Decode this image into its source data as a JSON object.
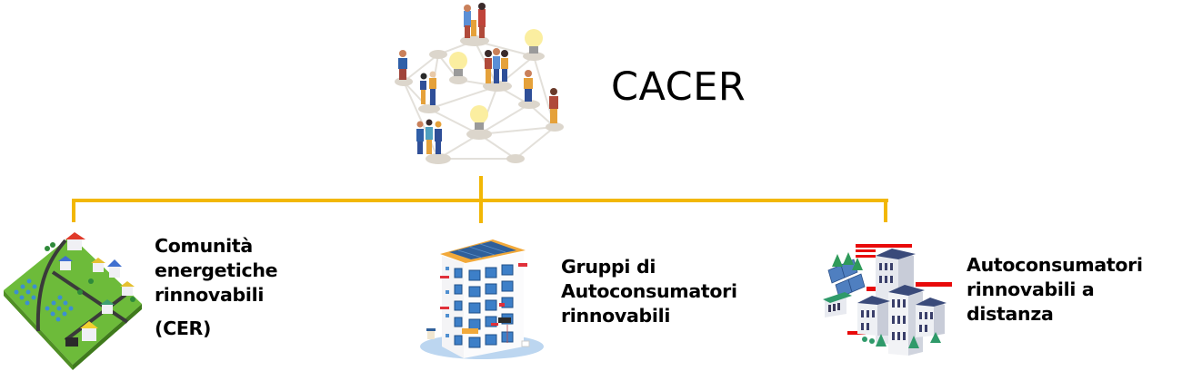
{
  "diagram": {
    "root": {
      "title": "CACER",
      "icon": "community-network-illustration"
    },
    "connector_color": "#F2B705",
    "children": [
      {
        "lines": [
          "Comunità",
          "energetiche",
          "rinnovabili"
        ],
        "acronym": "(CER)",
        "icon": "renewable-community-village-illustration"
      },
      {
        "lines": [
          "Gruppi di",
          "Autoconsumatori",
          "rinnovabili"
        ],
        "icon": "apartment-building-solar-illustration"
      },
      {
        "lines": [
          "Autoconsumatori",
          "rinnovabili a",
          "distanza"
        ],
        "icon": "remote-buildings-solar-illustration"
      }
    ]
  }
}
